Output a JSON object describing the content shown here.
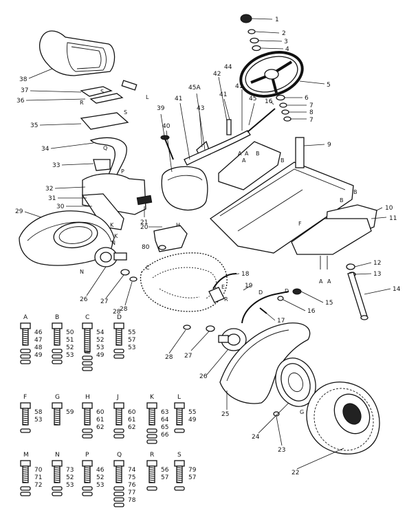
{
  "callouts": [
    "1",
    "2",
    "3",
    "4",
    "5",
    "6",
    "7",
    "8",
    "7",
    "9",
    "10",
    "11",
    "12",
    "13",
    "14",
    "15",
    "16",
    "17",
    "18",
    "19",
    "20",
    "21",
    "22",
    "23",
    "24",
    "25",
    "26",
    "27",
    "28",
    "29",
    "30",
    "31",
    "32",
    "33",
    "34",
    "35",
    "36",
    "37",
    "38",
    "39",
    "40",
    "41",
    "41",
    "41",
    "42",
    "43",
    "44",
    "45",
    "45A",
    "80",
    "16",
    "26",
    "27",
    "28",
    "28"
  ],
  "fastener_tags": [
    "A",
    "A",
    "A",
    "B",
    "B",
    "B",
    "C",
    "D",
    "D",
    "E",
    "F",
    "G",
    "H",
    "K",
    "K",
    "L",
    "N",
    "N",
    "P",
    "Q",
    "R",
    "R",
    "S",
    "S",
    "A",
    "A",
    "B"
  ],
  "hardware": {
    "row1": [
      {
        "letter": "A",
        "nums": [
          "46",
          "47",
          "48",
          "49"
        ]
      },
      {
        "letter": "B",
        "nums": [
          "50",
          "51",
          "52",
          "53"
        ]
      },
      {
        "letter": "C",
        "nums": [
          "54",
          "52",
          "53",
          "49"
        ]
      },
      {
        "letter": "D",
        "nums": [
          "55",
          "57",
          "53"
        ]
      }
    ],
    "row2": [
      {
        "letter": "F",
        "nums": [
          "58",
          "53"
        ]
      },
      {
        "letter": "G",
        "nums": [
          "59"
        ]
      },
      {
        "letter": "H",
        "nums": [
          "60",
          "61",
          "62"
        ]
      },
      {
        "letter": "J",
        "nums": [
          "60",
          "61",
          "62"
        ]
      },
      {
        "letter": "K",
        "nums": [
          "63",
          "64",
          "65",
          "66"
        ]
      },
      {
        "letter": "L",
        "nums": [
          "55",
          "49"
        ]
      }
    ],
    "row3": [
      {
        "letter": "M",
        "nums": [
          "70",
          "71",
          "72"
        ]
      },
      {
        "letter": "N",
        "nums": [
          "73",
          "52",
          "53"
        ]
      },
      {
        "letter": "P",
        "nums": [
          "46",
          "52",
          "53"
        ]
      },
      {
        "letter": "Q",
        "nums": [
          "74",
          "75",
          "76",
          "77",
          "78"
        ]
      },
      {
        "letter": "R",
        "nums": [
          "56",
          "57"
        ]
      },
      {
        "letter": "S",
        "nums": [
          "79",
          "57"
        ]
      }
    ]
  }
}
